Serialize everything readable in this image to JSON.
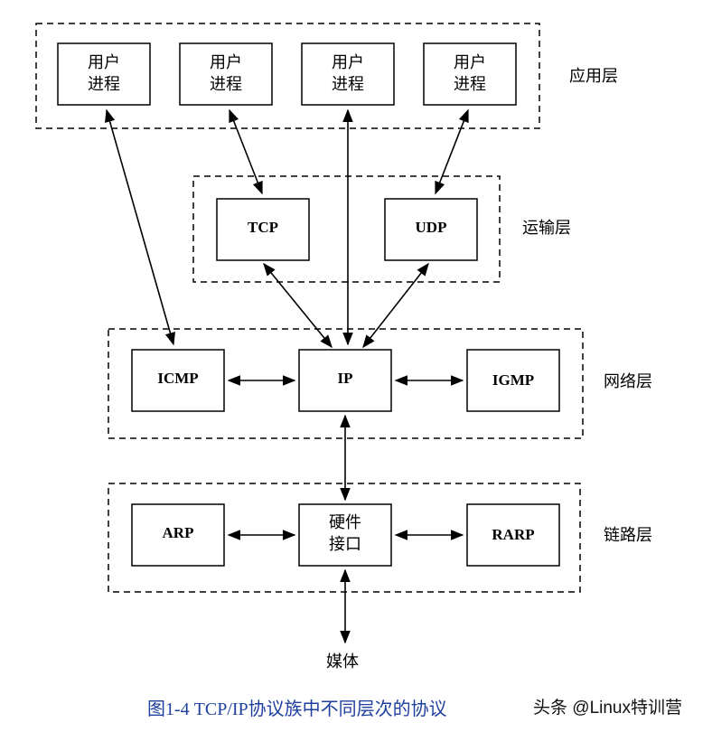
{
  "layers": {
    "application": "应用层",
    "transport": "运输层",
    "network": "网络层",
    "link": "链路层"
  },
  "boxes": {
    "user_process_line1": "用户",
    "user_process_line2": "进程",
    "tcp": "TCP",
    "udp": "UDP",
    "icmp": "ICMP",
    "ip": "IP",
    "igmp": "IGMP",
    "arp": "ARP",
    "hw_line1": "硬件",
    "hw_line2": "接口",
    "rarp": "RARP"
  },
  "media": "媒体",
  "caption": "图1-4   TCP/IP协议族中不同层次的协议",
  "watermark": "头条 @Linux特训营"
}
